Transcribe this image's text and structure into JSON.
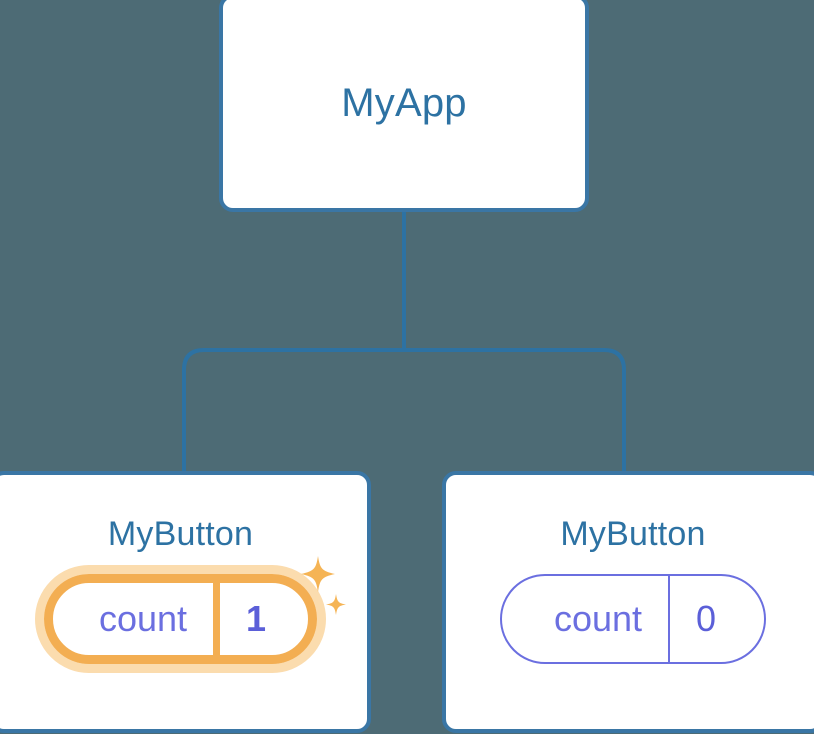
{
  "diagram": {
    "type": "component-tree",
    "background_color": "#4d6b75",
    "node_border_color": "#3a76a5",
    "node_title_color": "#2d72a3",
    "prop_color": "#6b6fe0",
    "highlight_color": "#f3ae52",
    "highlight_glow_color": "#fbdcae",
    "connector_color": "#2d72a3"
  },
  "root": {
    "title": "MyApp"
  },
  "children": [
    {
      "title": "MyButton",
      "prop_key": "count",
      "prop_value": "1",
      "highlighted": true,
      "sparkle_large": "sparkle-icon",
      "sparkle_small": "sparkle-icon"
    },
    {
      "title": "MyButton",
      "prop_key": "count",
      "prop_value": "0",
      "highlighted": false
    }
  ]
}
